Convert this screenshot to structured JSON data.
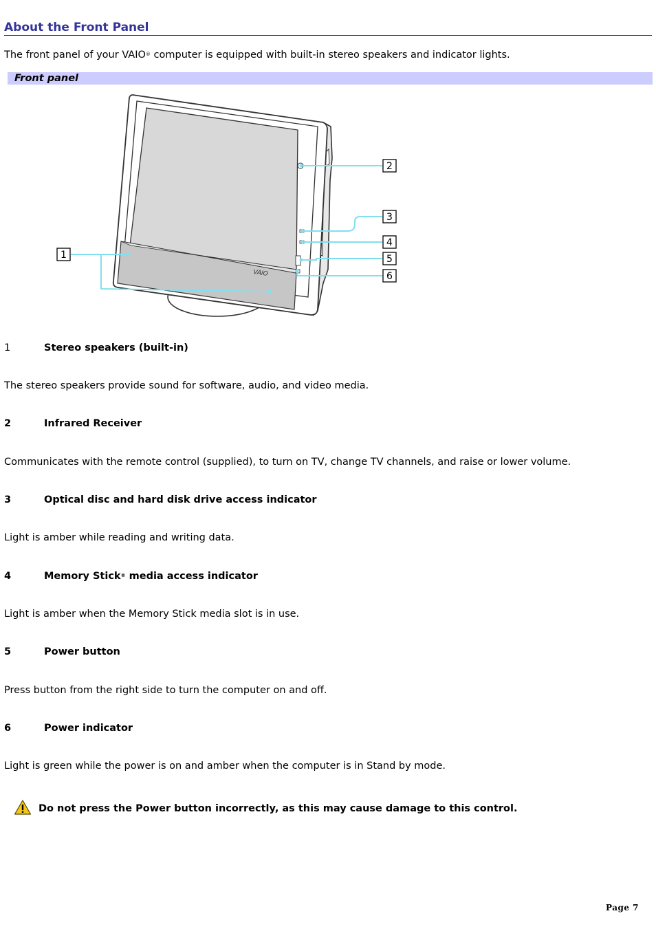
{
  "title": "About the Front Panel",
  "intro": {
    "before": "The front panel of your VAIO",
    "reg": "®",
    "after": " computer is equipped with built-in stereo speakers and indicator lights."
  },
  "figure": {
    "caption": "Front panel",
    "callouts": [
      "1",
      "2",
      "3",
      "4",
      "5",
      "6"
    ],
    "accent_color": "#80e0f0"
  },
  "items": [
    {
      "num": "1",
      "label": "Stereo speakers (built-in)",
      "desc": "The stereo speakers provide sound for software, audio, and video media."
    },
    {
      "num": "2",
      "label": "Infrared Receiver",
      "desc": "Communicates with the remote control (supplied), to turn on TV, change TV channels, and raise or lower volume."
    },
    {
      "num": "3",
      "label": "Optical disc and hard disk drive access indicator",
      "desc": "Light is amber while reading and writing data."
    },
    {
      "num": "4",
      "label_before": "Memory Stick",
      "label_reg": "®",
      "label_after": " media access indicator",
      "desc": "Light is amber when the Memory Stick media slot is in use."
    },
    {
      "num": "5",
      "label": "Power button",
      "desc": "Press button from the right side to turn the computer on and off."
    },
    {
      "num": "6",
      "label": "Power indicator",
      "desc": "Light is green while the power is on and amber when the computer is in Stand by mode."
    }
  ],
  "caution": "Do not press the Power button incorrectly, as this may cause damage to this control.",
  "page": "Page 7"
}
